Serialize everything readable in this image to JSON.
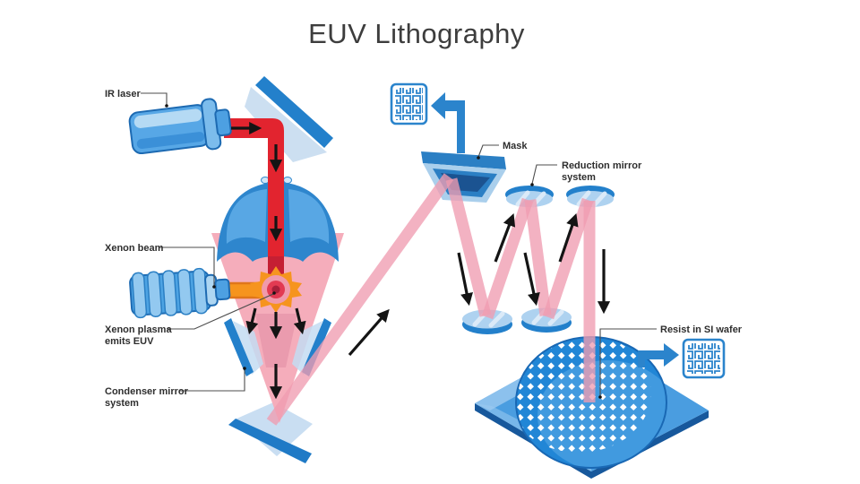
{
  "title": "EUV Lithography",
  "labels": {
    "ir_laser": "IR laser",
    "xenon_beam": "Xenon beam",
    "xenon_plasma": [
      "Xenon plasma",
      "emits EUV"
    ],
    "condenser": [
      "Condenser mirror",
      "system"
    ],
    "mask": "Mask",
    "reduction": [
      "Reduction mirror",
      "system"
    ],
    "resist": "Resist in SI wafer"
  },
  "icons": [
    "mask-pattern-maze-icon",
    "wafer-pattern-maze-icon",
    "blue-elbow-arrow-left-icon",
    "blue-elbow-arrow-right-icon",
    "flow-arrow-icons"
  ],
  "palette": {
    "accent_blue": "#2b84cc",
    "dark_blue": "#1d6ab2",
    "light_blue": "#aed2f0",
    "pale_blue": "#cfe3f5",
    "dome_blue": "#2e86cd",
    "panel_blue": "#58a7e4",
    "wafer_plate": "#4a9de0",
    "wafer_circle": "#2186d6",
    "pink_beam": "#ef9cb1",
    "pink_cone": "#f5adbb",
    "red_beam": "#e2242f",
    "dark_red": "#c51f33",
    "orange": "#f6941e",
    "arrow_black": "#141414",
    "text": "#2e2e2e",
    "title_text": "#3d3d3d"
  }
}
